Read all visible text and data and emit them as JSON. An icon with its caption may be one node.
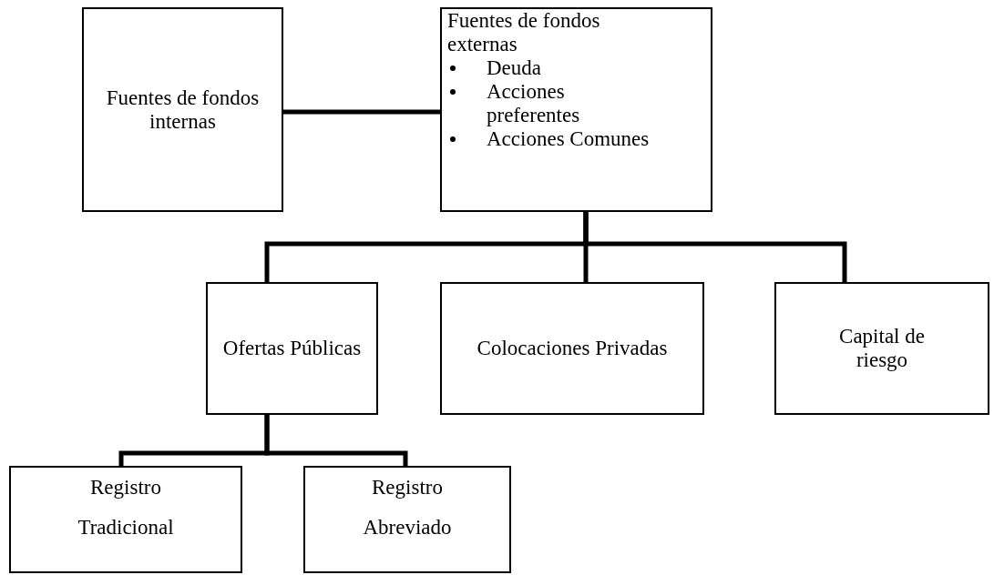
{
  "diagram": {
    "nodes": [
      {
        "text": [
          "Fuentes de fondos internas"
        ]
      },
      {
        "text": [
          "Fuentes de fondos externas",
          "Deuda",
          "Acciones preferentes",
          "Acciones Comunes"
        ]
      },
      {
        "text": [
          "Ofertas Públicas"
        ]
      },
      {
        "text": [
          "Colocaciones Privadas"
        ]
      },
      {
        "text": [
          "Capital de riesgo"
        ]
      },
      {
        "text": [
          "Registro Tradicional"
        ]
      },
      {
        "text": [
          "Registro Abreviado"
        ]
      }
    ],
    "edges": [
      {
        "from": 0,
        "to": 1,
        "arrow": "none"
      },
      {
        "from": 1,
        "to": 2,
        "arrow": "none"
      },
      {
        "from": 1,
        "to": 3,
        "arrow": "none"
      },
      {
        "from": 1,
        "to": 4,
        "arrow": "none"
      },
      {
        "from": 2,
        "to": 5,
        "arrow": "none"
      },
      {
        "from": 2,
        "to": 6,
        "arrow": "none"
      }
    ]
  }
}
